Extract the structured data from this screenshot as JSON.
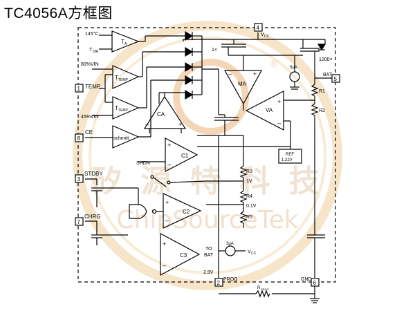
{
  "title": "TC4056A方框图",
  "watermark": {
    "cn": "矽 源 特 科 技",
    "en": "ChipSourceTek",
    "mark": "®",
    "color": "#f3d9b0"
  },
  "pins": {
    "p1": "1",
    "p2": "2",
    "p3": "3",
    "p4": "4",
    "p5": "5",
    "p6": "6",
    "p7": "7",
    "p8": "8"
  },
  "labels": {
    "t145": "145°C",
    "tdie": "T",
    "tdie_sub": "DIE",
    "v80": "80%VIN",
    "temp": "TEMP",
    "v45": "45%VIN",
    "ce": "CE",
    "shdn": "SHDN",
    "stdby": "STDBY",
    "chrg": "CHRG",
    "ta": "T",
    "ta_sub": "A",
    "ttemp1": "T",
    "ttemp1_sub": "TEMP",
    "ttemp2": "T",
    "ttemp2_sub": "TEMP",
    "schmitt": "schmitt",
    "ca": "CA",
    "ma": "MA",
    "va": "VA",
    "c1": "C1",
    "c2": "C2",
    "c3": "C3",
    "vcc": "V",
    "vcc_sub": "CC",
    "vcc2": "V",
    "vcc2_sub": "CC",
    "x1": "1×",
    "x1200": "1200×",
    "i5ua": "5μA",
    "i3ua": "3μA",
    "bat": "BAT",
    "r1": "R1",
    "r2": "R2",
    "r3": "R3",
    "r4": "R4",
    "r5": "R5",
    "ref1": "REF",
    "ref2": "1.22V",
    "v1": "1V",
    "v01": "0.1V",
    "v29": "2.9V",
    "to": "TO",
    "tobat": "BAT",
    "prog": "PROG",
    "gnd": "GND",
    "rprog": "R",
    "rprog_sub": "PROG",
    "plus": "+",
    "minus": "–"
  }
}
